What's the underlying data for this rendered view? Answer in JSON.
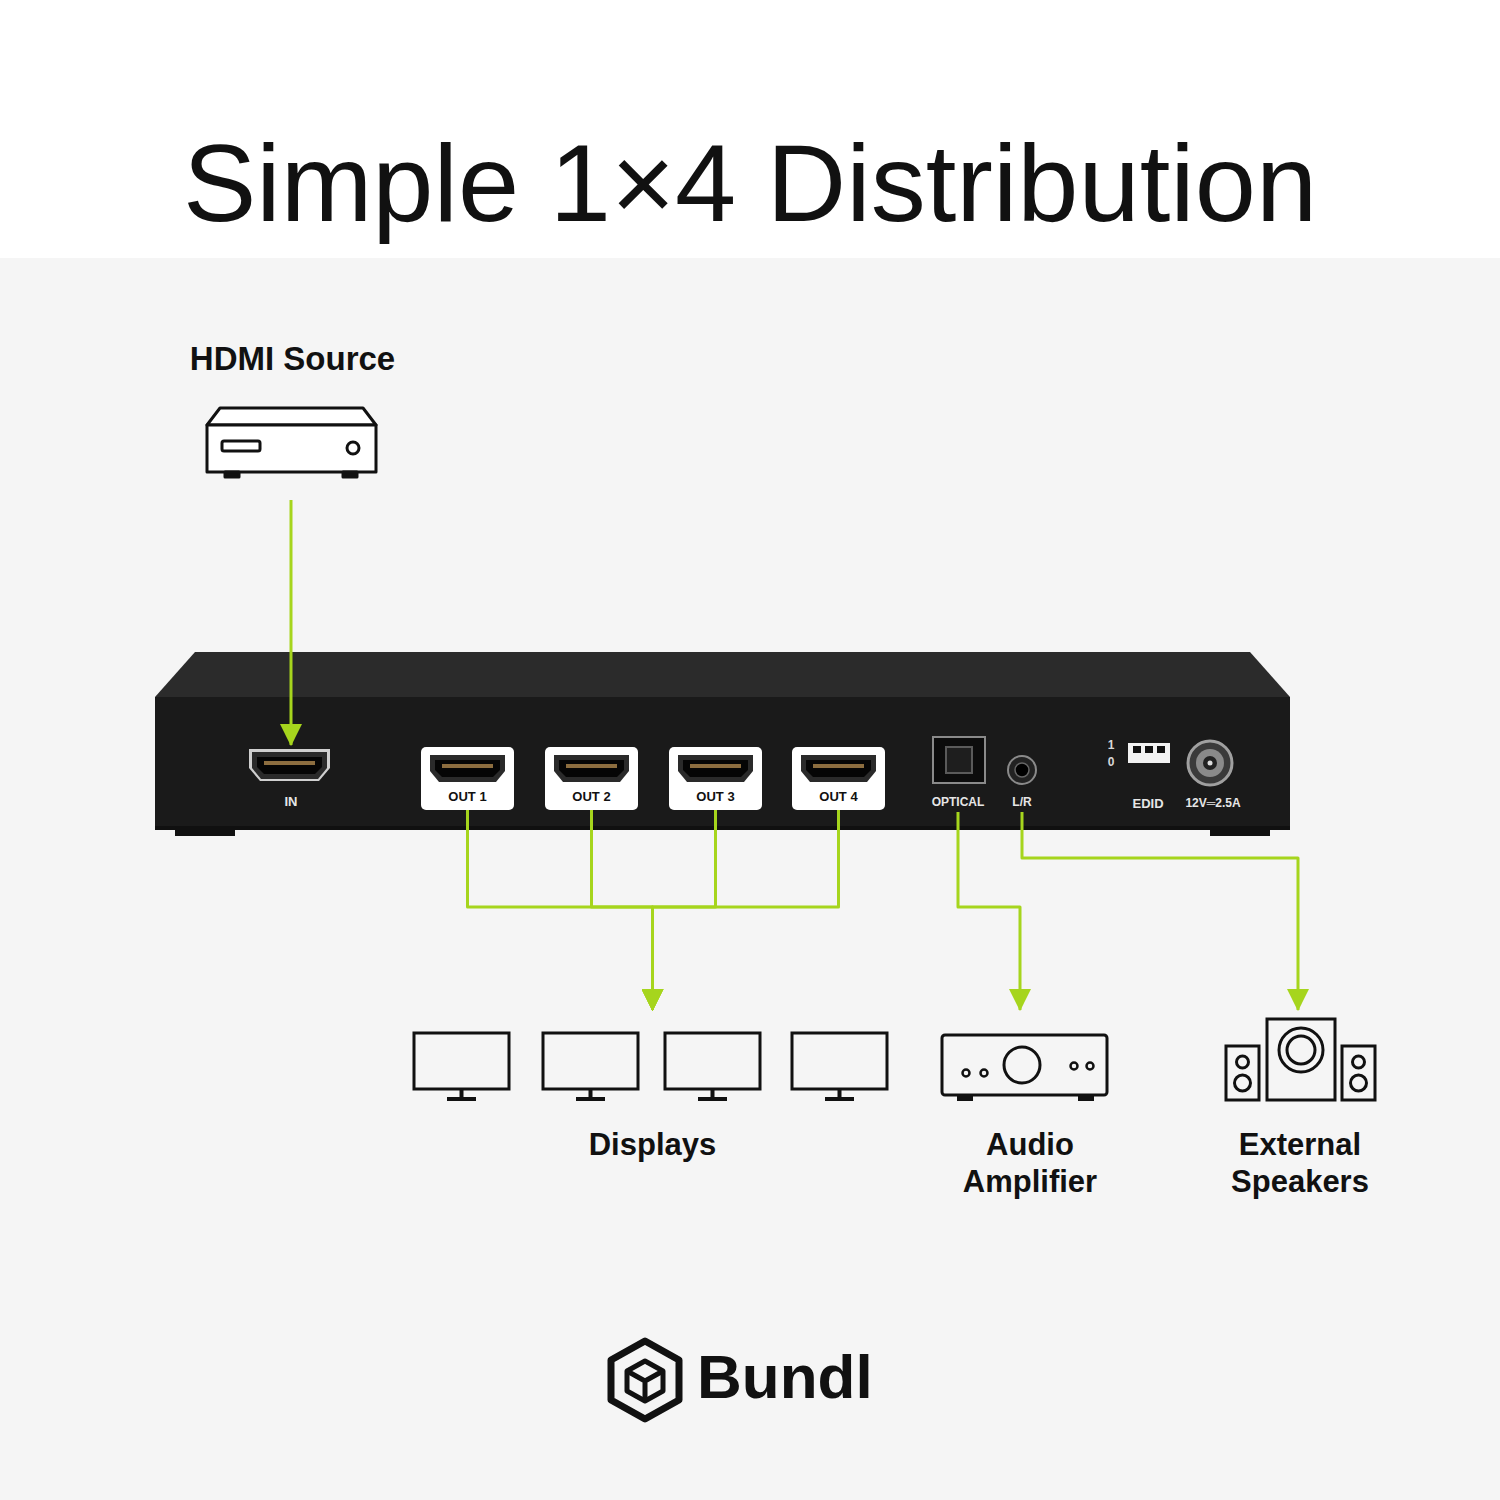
{
  "diagram": {
    "title": "Simple 1×4 Distribution",
    "nodes": [
      {
        "text": [
          "HDMI Source"
        ]
      },
      {
        "text": [
          "1",
          "0",
          "EDID",
          "12V═2.5A"
        ]
      },
      {
        "text": [
          "IN"
        ],
        "in": 1
      },
      {
        "text": [
          "OUT 1"
        ],
        "in": 1
      },
      {
        "text": [
          "OUT 2"
        ],
        "in": 1
      },
      {
        "text": [
          "OUT 3"
        ],
        "in": 1
      },
      {
        "text": [
          "OUT 4"
        ],
        "in": 1
      },
      {
        "text": [
          "OPTICAL"
        ],
        "in": 1
      },
      {
        "text": [
          "L/R"
        ],
        "in": 1
      },
      {
        "text": [
          "Displays"
        ]
      },
      {
        "text": [
          "Audio Amplifier"
        ]
      },
      {
        "text": [
          "External Speakers"
        ]
      }
    ],
    "edges": [
      {
        "from": 0,
        "to": 2,
        "arrow": "to"
      },
      {
        "from": 3,
        "to": 9,
        "arrow": "to"
      },
      {
        "from": 4,
        "to": 9,
        "arrow": "to"
      },
      {
        "from": 5,
        "to": 9,
        "arrow": "to"
      },
      {
        "from": 6,
        "to": 9,
        "arrow": "to"
      },
      {
        "from": 7,
        "to": 10,
        "arrow": "to"
      },
      {
        "from": 8,
        "to": 11,
        "arrow": "to"
      }
    ],
    "labels": [
      "Bundl"
    ]
  }
}
